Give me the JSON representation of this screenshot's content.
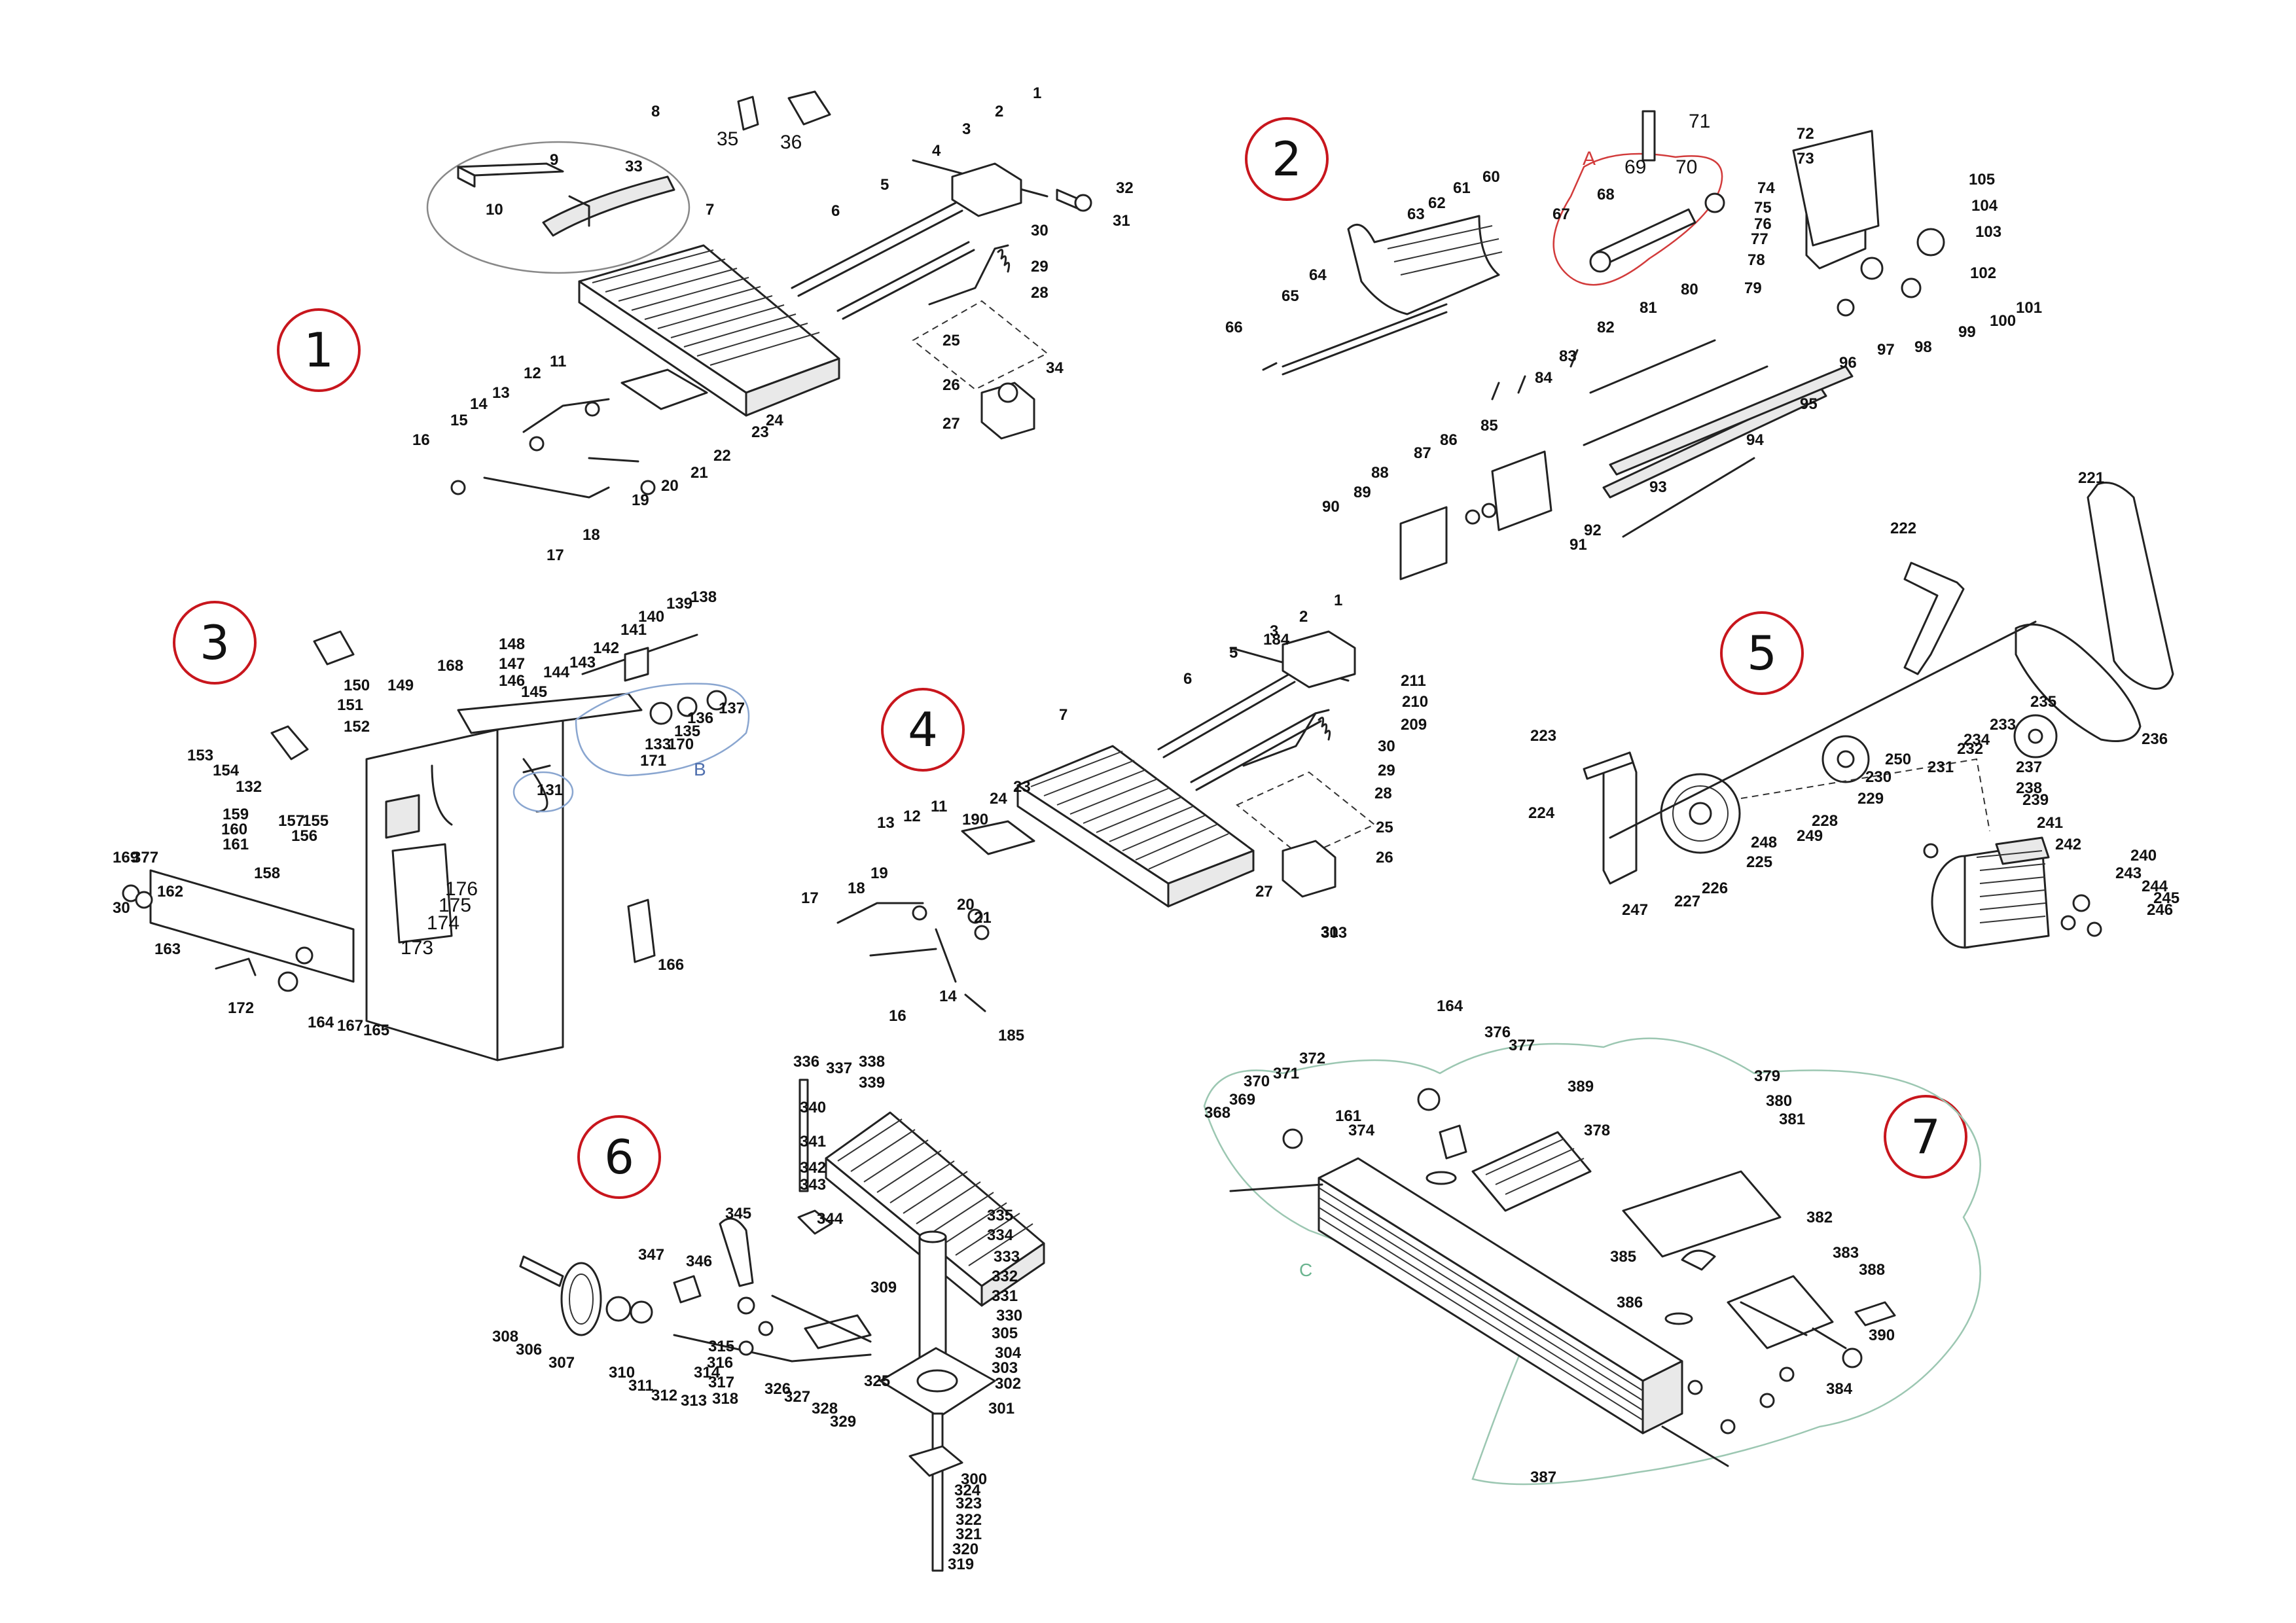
{
  "sections": [
    {
      "number": "1"
    },
    {
      "number": "2"
    },
    {
      "number": "3"
    },
    {
      "number": "4"
    },
    {
      "number": "5"
    },
    {
      "number": "6"
    },
    {
      "number": "7"
    }
  ],
  "detail_marks": {
    "a": "A",
    "b": "B",
    "c": "C"
  },
  "parts": {
    "s1": [
      "1",
      "2",
      "3",
      "4",
      "5",
      "6",
      "7",
      "8",
      "9",
      "10",
      "11",
      "12",
      "13",
      "14",
      "15",
      "16",
      "17",
      "18",
      "19",
      "20",
      "21",
      "22",
      "23",
      "24",
      "25",
      "26",
      "27",
      "28",
      "29",
      "30",
      "31",
      "32",
      "33",
      "34",
      "35",
      "36"
    ],
    "s2": [
      "60",
      "61",
      "62",
      "63",
      "64",
      "65",
      "66",
      "67",
      "68",
      "69",
      "70",
      "71",
      "72",
      "73",
      "74",
      "75",
      "76",
      "77",
      "78",
      "79",
      "80",
      "81",
      "82",
      "83",
      "84",
      "85",
      "86",
      "87",
      "88",
      "89",
      "90",
      "91",
      "92",
      "93",
      "94",
      "95",
      "96",
      "97",
      "98",
      "99",
      "100",
      "101",
      "102",
      "103",
      "104",
      "105"
    ],
    "s3": [
      "30",
      "131",
      "132",
      "133",
      "135",
      "136",
      "137",
      "138",
      "139",
      "140",
      "141",
      "142",
      "143",
      "144",
      "145",
      "146",
      "147",
      "148",
      "149",
      "150",
      "151",
      "152",
      "153",
      "154",
      "155",
      "156",
      "157",
      "158",
      "159",
      "160",
      "161",
      "162",
      "163",
      "164",
      "165",
      "166",
      "167",
      "168",
      "169",
      "170",
      "171",
      "172",
      "173",
      "174",
      "175",
      "176",
      "377"
    ],
    "s4": [
      "1",
      "2",
      "3",
      "5",
      "6",
      "7",
      "11",
      "12",
      "13",
      "14",
      "16",
      "17",
      "18",
      "19",
      "20",
      "21",
      "23",
      "24",
      "25",
      "26",
      "27",
      "28",
      "29",
      "30",
      "31",
      "184",
      "185",
      "190",
      "209",
      "210",
      "211",
      "303"
    ],
    "s5": [
      "221",
      "222",
      "223",
      "224",
      "225",
      "226",
      "227",
      "228",
      "229",
      "230",
      "231",
      "232",
      "233",
      "234",
      "235",
      "236",
      "237",
      "238",
      "239",
      "240",
      "241",
      "242",
      "243",
      "244",
      "245",
      "246",
      "247",
      "248",
      "249",
      "250"
    ],
    "s6": [
      "300",
      "301",
      "302",
      "303",
      "304",
      "305",
      "306",
      "307",
      "308",
      "309",
      "310",
      "311",
      "312",
      "313",
      "314",
      "315",
      "316",
      "317",
      "318",
      "319",
      "320",
      "321",
      "322",
      "323",
      "324",
      "325",
      "326",
      "327",
      "328",
      "329",
      "330",
      "331",
      "332",
      "333",
      "334",
      "335",
      "336",
      "337",
      "338",
      "339",
      "340",
      "341",
      "342",
      "343",
      "344",
      "345",
      "346",
      "347"
    ],
    "s7": [
      "161",
      "164",
      "368",
      "369",
      "370",
      "371",
      "372",
      "374",
      "376",
      "377",
      "378",
      "379",
      "380",
      "381",
      "382",
      "383",
      "384",
      "385",
      "386",
      "387",
      "388",
      "389",
      "390"
    ]
  }
}
